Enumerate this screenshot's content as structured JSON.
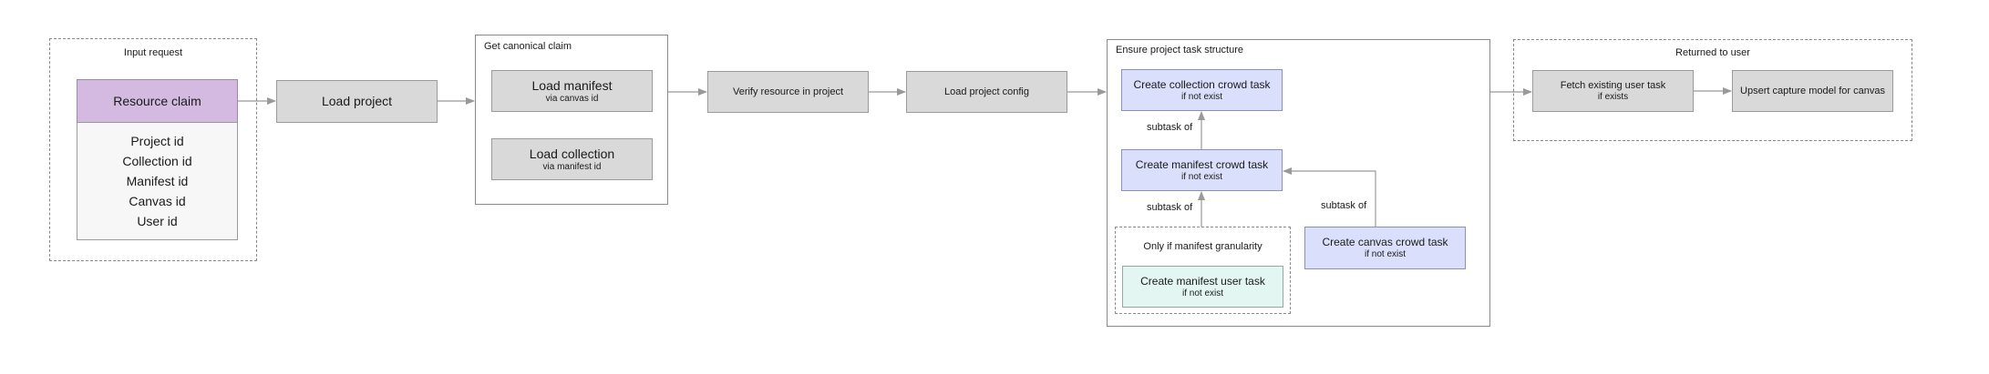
{
  "groups": {
    "input_request": "Input request",
    "canonical_claim": "Get canonical claim",
    "task_structure": "Ensure project task structure",
    "manifest_granularity": "Only if manifest granularity",
    "returned": "Returned to user"
  },
  "nodes": {
    "resource_claim": {
      "label": "Resource claim",
      "fields": [
        "Project id",
        "Collection id",
        "Manifest id",
        "Canvas id",
        "User id"
      ]
    },
    "load_project": {
      "label": "Load project"
    },
    "load_manifest": {
      "label": "Load manifest",
      "sub": "via canvas id"
    },
    "load_collection": {
      "label": "Load collection",
      "sub": "via manifest id"
    },
    "verify_resource": {
      "label": "Verify resource in project"
    },
    "load_project_config": {
      "label": "Load project config"
    },
    "create_collection_crowd_task": {
      "label": "Create collection crowd task",
      "sub": "if not exist"
    },
    "create_manifest_crowd_task": {
      "label": "Create manifest crowd task",
      "sub": "if not exist"
    },
    "create_manifest_user_task": {
      "label": "Create manifest user task",
      "sub": "if not exist"
    },
    "create_canvas_crowd_task": {
      "label": "Create canvas crowd task",
      "sub": "if not exist"
    },
    "fetch_user_task": {
      "label": "Fetch existing user task",
      "sub": "if exists"
    },
    "upsert_capture_model": {
      "label": "Upsert capture model for canvas"
    }
  },
  "edge_labels": {
    "subtask_manifest_to_collection": "subtask of",
    "subtask_user_to_manifest": "subtask of",
    "subtask_canvas_to_manifest": "subtask of"
  },
  "colors": {
    "gray_fill": "#d9d9d9",
    "blue_fill": "#dae0fb",
    "green_fill": "#e3f6f1",
    "purple_fill": "#d4b9e0",
    "arrow": "#999999"
  }
}
